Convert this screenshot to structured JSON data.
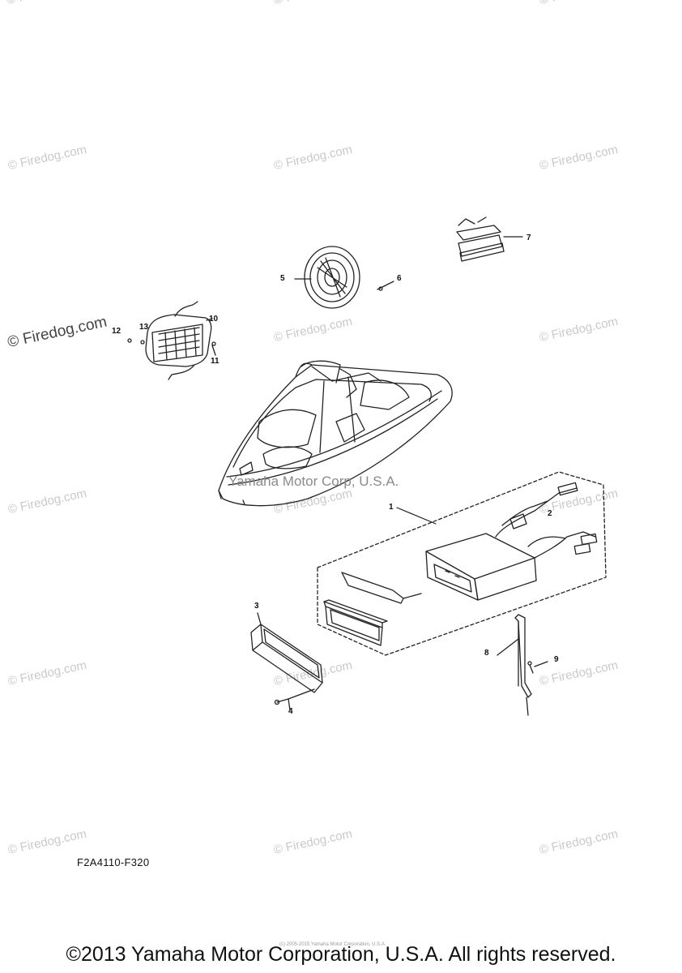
{
  "watermarks": [
    "© Firedog.com",
    "© Firedog.com",
    "© Firedog.com",
    "© Firedog.com",
    "© Firedog.com",
    "© Firedog.com",
    "© Firedog.com",
    "© Firedog.com",
    "© Firedog.com",
    "© Firedog.com",
    "© Firedog.com",
    "© Firedog.com",
    "© Firedog.com",
    "© Firedog.com",
    "© Firedog.com",
    "© Firedog.com",
    "© Firedog.com",
    "© Firedog.com"
  ],
  "callouts": [
    "1",
    "2",
    "3",
    "4",
    "5",
    "6",
    "7",
    "8",
    "9",
    "10",
    "11",
    "12",
    "13"
  ],
  "boat_watermark": "Yamaha Motor Corp, U.S.A.",
  "diagram_code": "F2A4110-F320",
  "small_copyright": "(c) 2005-2015 Yamaha Motor Corporation, U.S.A.",
  "copyright": "©2013 Yamaha Motor Corporation, U.S.A. All rights reserved."
}
